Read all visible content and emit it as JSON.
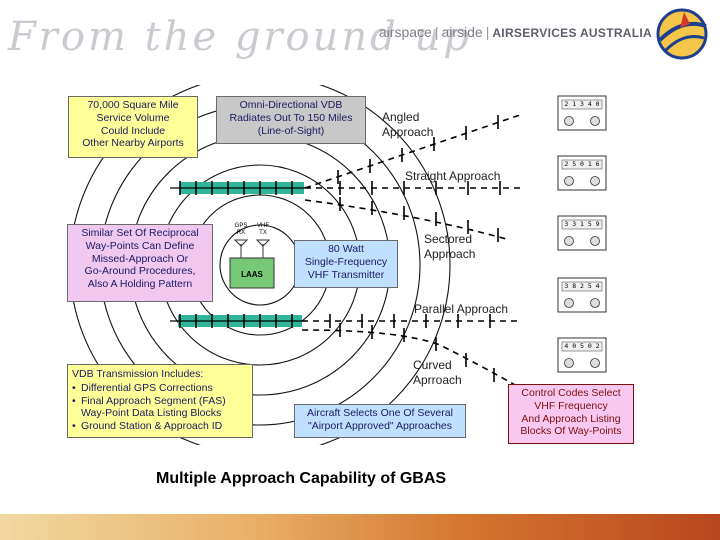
{
  "header": {
    "tagline": "From the ground up",
    "brand_airspace": "airspace",
    "brand_airside": "airside",
    "brand_name": "AIRSERVICES AUSTRALIA"
  },
  "boxes": {
    "service_volume": "70,000 Square Mile\nService Volume\nCould Include\nOther Nearby Airports",
    "vdb_radiates": "Omni-Directional VDB\nRadiates Out To 150 Miles\n(Line-of-Sight)",
    "reciprocal": "Similar Set Of Reciprocal\nWay-Points Can Define\nMissed-Approach Or\nGo-Around Procedures,\nAlso A Holding Pattern",
    "transmitter": "80    Watt\nSingle-Frequency\nVHF Transmitter",
    "aircraft_selects": "Aircraft Selects One Of Several\n\"Airport Approved\" Approaches",
    "control_codes": "Control Codes Select\nVHF Frequency\nAnd Approach Listing\nBlocks Of Way-Points"
  },
  "vdb_transmission": {
    "title": "VDB Transmission Includes:",
    "items": [
      "Differential GPS Corrections",
      "Final Approach Segment (FAS)\nWay-Point Data Listing Blocks",
      "Ground Station & Approach ID"
    ]
  },
  "approaches": {
    "angled": "Angled\nApproach",
    "straight": "Straight Approach",
    "sectored": "Sectored\nApproach",
    "parallel": "Parallel Approach",
    "curved": "Curved\nAprroach"
  },
  "station": {
    "gps_label": "GPS\nRX",
    "vhf_label": "VHF\nTX",
    "laas": "LAAS"
  },
  "receivers": [
    {
      "code": "2 1 3 4 0"
    },
    {
      "code": "2 5 0 1 6"
    },
    {
      "code": "3 3 1 5 9"
    },
    {
      "code": "3 8 2 5 4"
    },
    {
      "code": "4 0 5 0 2"
    }
  ],
  "caption": "Multiple Approach Capability of GBAS",
  "colors": {
    "yellow_box": "#ffff99",
    "gray_box": "#c8c8c8",
    "violet_box": "#f0c8f0",
    "runway": "#2fb59a",
    "green_station": "#77c977",
    "blue_box": "#bfe0ff",
    "pink_box": "#f8c8f0"
  }
}
